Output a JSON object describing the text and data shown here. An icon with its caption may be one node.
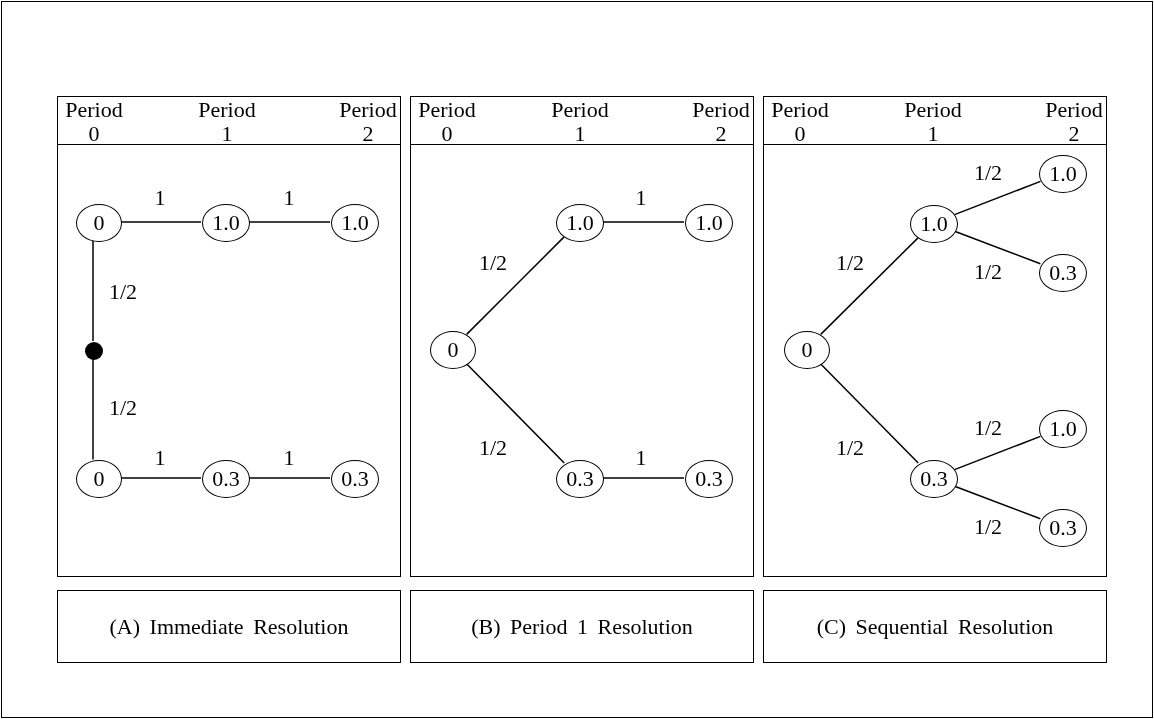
{
  "diagram": {
    "nodes": [
      {
        "text": [
          "Period 0",
          "Period 1",
          "Period 2"
        ]
      },
      {
        "text": [],
        "shape": "box"
      },
      {
        "text": [
          "0"
        ],
        "in": 1
      },
      {
        "text": [
          "1.0"
        ],
        "in": 1
      },
      {
        "text": [
          "1.0"
        ],
        "in": 1
      },
      {
        "text": [],
        "shape": "circle",
        "in": 1
      },
      {
        "text": [
          "0"
        ],
        "in": 1
      },
      {
        "text": [
          "0.3"
        ],
        "in": 1
      },
      {
        "text": [
          "0.3"
        ],
        "in": 1
      },
      {
        "text": [
          "(A) Immediate Resolution"
        ]
      },
      {
        "text": [
          "Period 0",
          "Period 1",
          "Period 2"
        ]
      },
      {
        "text": [],
        "shape": "box"
      },
      {
        "text": [
          "1.0"
        ],
        "in": 11
      },
      {
        "text": [
          "1.0"
        ],
        "in": 11
      },
      {
        "text": [
          "0"
        ],
        "in": 11
      },
      {
        "text": [
          "0.3"
        ],
        "in": 11
      },
      {
        "text": [
          "0.3"
        ],
        "in": 11
      },
      {
        "text": [
          "(B) Period 1 Resolution"
        ]
      },
      {
        "text": [
          "Period 0",
          "Period 1",
          "Period 2"
        ]
      },
      {
        "text": [],
        "shape": "box"
      },
      {
        "text": [
          "1.0"
        ],
        "in": 19
      },
      {
        "text": [
          "1.0"
        ],
        "in": 19
      },
      {
        "text": [
          "0.3"
        ],
        "in": 19
      },
      {
        "text": [
          "0"
        ],
        "in": 19
      },
      {
        "text": [
          "1.0"
        ],
        "in": 19
      },
      {
        "text": [
          "0.3"
        ],
        "in": 19
      },
      {
        "text": [
          "0.3"
        ],
        "in": 19
      },
      {
        "text": [
          "(C) Sequential Resolution"
        ]
      }
    ],
    "edges": [
      {
        "from": 2,
        "to": 3,
        "arrow": "none",
        "label": "1"
      },
      {
        "from": 3,
        "to": 4,
        "arrow": "none",
        "label": "1"
      },
      {
        "from": 2,
        "to": 5,
        "arrow": "none",
        "label": "1/2"
      },
      {
        "from": 5,
        "to": 6,
        "arrow": "none",
        "label": "1/2"
      },
      {
        "from": 6,
        "to": 7,
        "arrow": "none",
        "label": "1"
      },
      {
        "from": 7,
        "to": 8,
        "arrow": "none",
        "label": "1"
      },
      {
        "from": 14,
        "to": 12,
        "arrow": "none",
        "label": "1/2"
      },
      {
        "from": 12,
        "to": 13,
        "arrow": "none",
        "label": "1"
      },
      {
        "from": 14,
        "to": 15,
        "arrow": "none",
        "label": "1/2"
      },
      {
        "from": 15,
        "to": 16,
        "arrow": "none",
        "label": "1"
      },
      {
        "from": 23,
        "to": 21,
        "arrow": "none",
        "label": "1/2"
      },
      {
        "from": 21,
        "to": 20,
        "arrow": "none",
        "label": "1/2"
      },
      {
        "from": 21,
        "to": 22,
        "arrow": "none",
        "label": "1/2"
      },
      {
        "from": 23,
        "to": 25,
        "arrow": "none",
        "label": "1/2"
      },
      {
        "from": 25,
        "to": 24,
        "arrow": "none",
        "label": "1/2"
      },
      {
        "from": 25,
        "to": 26,
        "arrow": "none",
        "label": "1/2"
      }
    ]
  }
}
